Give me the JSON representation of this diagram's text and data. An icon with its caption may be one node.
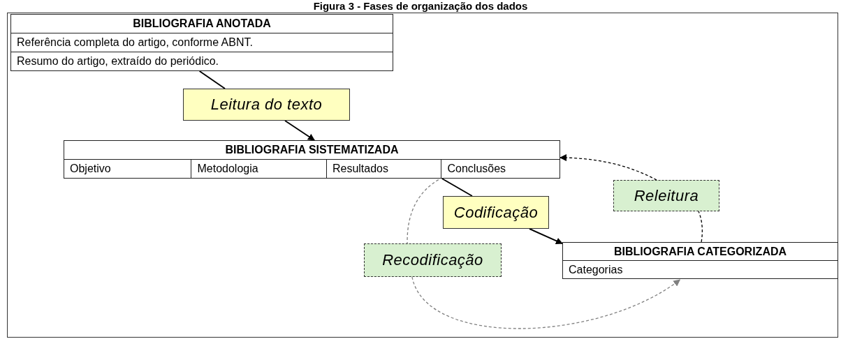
{
  "diagram": {
    "title": "Figura 3 - Fases de organização dos dados",
    "nodes": [
      {
        "text": [
          "BIBLIOGRAFIA ANOTADA",
          "Referência completa do artigo, conforme ABNT.",
          "Resumo do artigo, extraído do periódico."
        ]
      },
      {
        "text": [
          "Leitura do texto"
        ]
      },
      {
        "text": [
          "BIBLIOGRAFIA SISTEMATIZADA",
          "Objetivo",
          "Metodologia",
          "Resultados",
          "Conclusões"
        ]
      },
      {
        "text": [
          "Codificação"
        ]
      },
      {
        "text": [
          "BIBLIOGRAFIA CATEGORIZADA",
          "Categorias"
        ]
      },
      {
        "text": [
          "Releitura"
        ]
      },
      {
        "text": [
          "Recodificação"
        ]
      }
    ],
    "edges": [
      {
        "from": 0,
        "to": 1,
        "arrow": "none"
      },
      {
        "from": 1,
        "to": 2,
        "arrow": "to"
      },
      {
        "from": 2,
        "to": 3,
        "arrow": "none"
      },
      {
        "from": 3,
        "to": 4,
        "arrow": "to"
      },
      {
        "from": 4,
        "to": 5,
        "arrow": "none",
        "style": "dashed"
      },
      {
        "from": 5,
        "to": 2,
        "arrow": "to",
        "style": "dashed"
      },
      {
        "from": 2,
        "to": 6,
        "arrow": "none",
        "style": "dashed",
        "color": "#808080"
      },
      {
        "from": 6,
        "to": 4,
        "arrow": "to",
        "style": "dashed",
        "color": "#808080"
      }
    ]
  }
}
